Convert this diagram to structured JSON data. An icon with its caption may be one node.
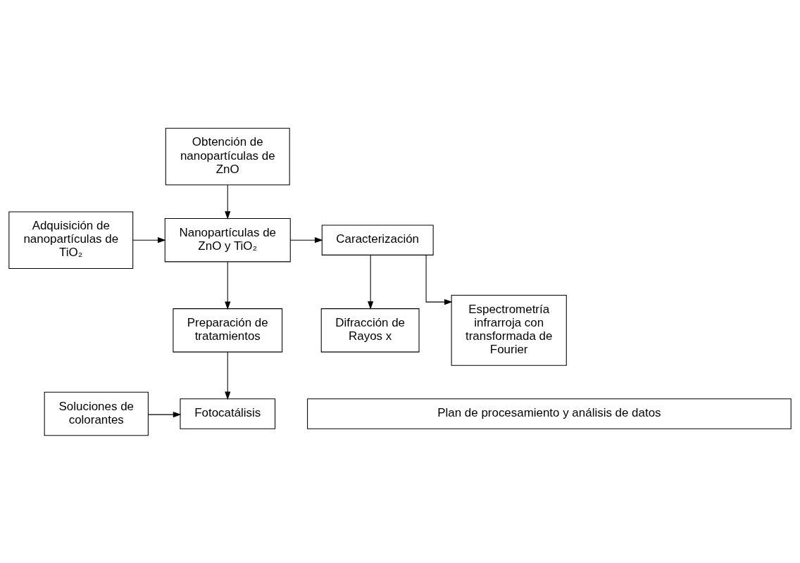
{
  "diagram": {
    "nodes": [
      {
        "text": [
          "Obtención de nanopartículas de ZnO"
        ]
      },
      {
        "text": [
          "Adquisición de nanopartículas de TiO₂"
        ]
      },
      {
        "text": [
          "Nanopartículas de ZnO y TiO₂"
        ]
      },
      {
        "text": [
          "Caracterización"
        ]
      },
      {
        "text": [
          "Difracción de Rayos x"
        ]
      },
      {
        "text": [
          "Espectrometría infrarroja con transformada de Fourier"
        ]
      },
      {
        "text": [
          "Preparación de tratamientos"
        ]
      },
      {
        "text": [
          "Soluciones de colorantes"
        ]
      },
      {
        "text": [
          "Fotocatálisis"
        ]
      },
      {
        "text": [
          "Plan de procesamiento y análisis de datos"
        ]
      }
    ],
    "edges": [
      {
        "from": 0,
        "to": 2,
        "arrow": "to"
      },
      {
        "from": 1,
        "to": 2,
        "arrow": "to"
      },
      {
        "from": 2,
        "to": 3,
        "arrow": "to"
      },
      {
        "from": 3,
        "to": 4,
        "arrow": "to"
      },
      {
        "from": 3,
        "to": 5,
        "arrow": "to"
      },
      {
        "from": 2,
        "to": 6,
        "arrow": "to"
      },
      {
        "from": 6,
        "to": 8,
        "arrow": "to"
      },
      {
        "from": 7,
        "to": 8,
        "arrow": "to"
      }
    ]
  }
}
